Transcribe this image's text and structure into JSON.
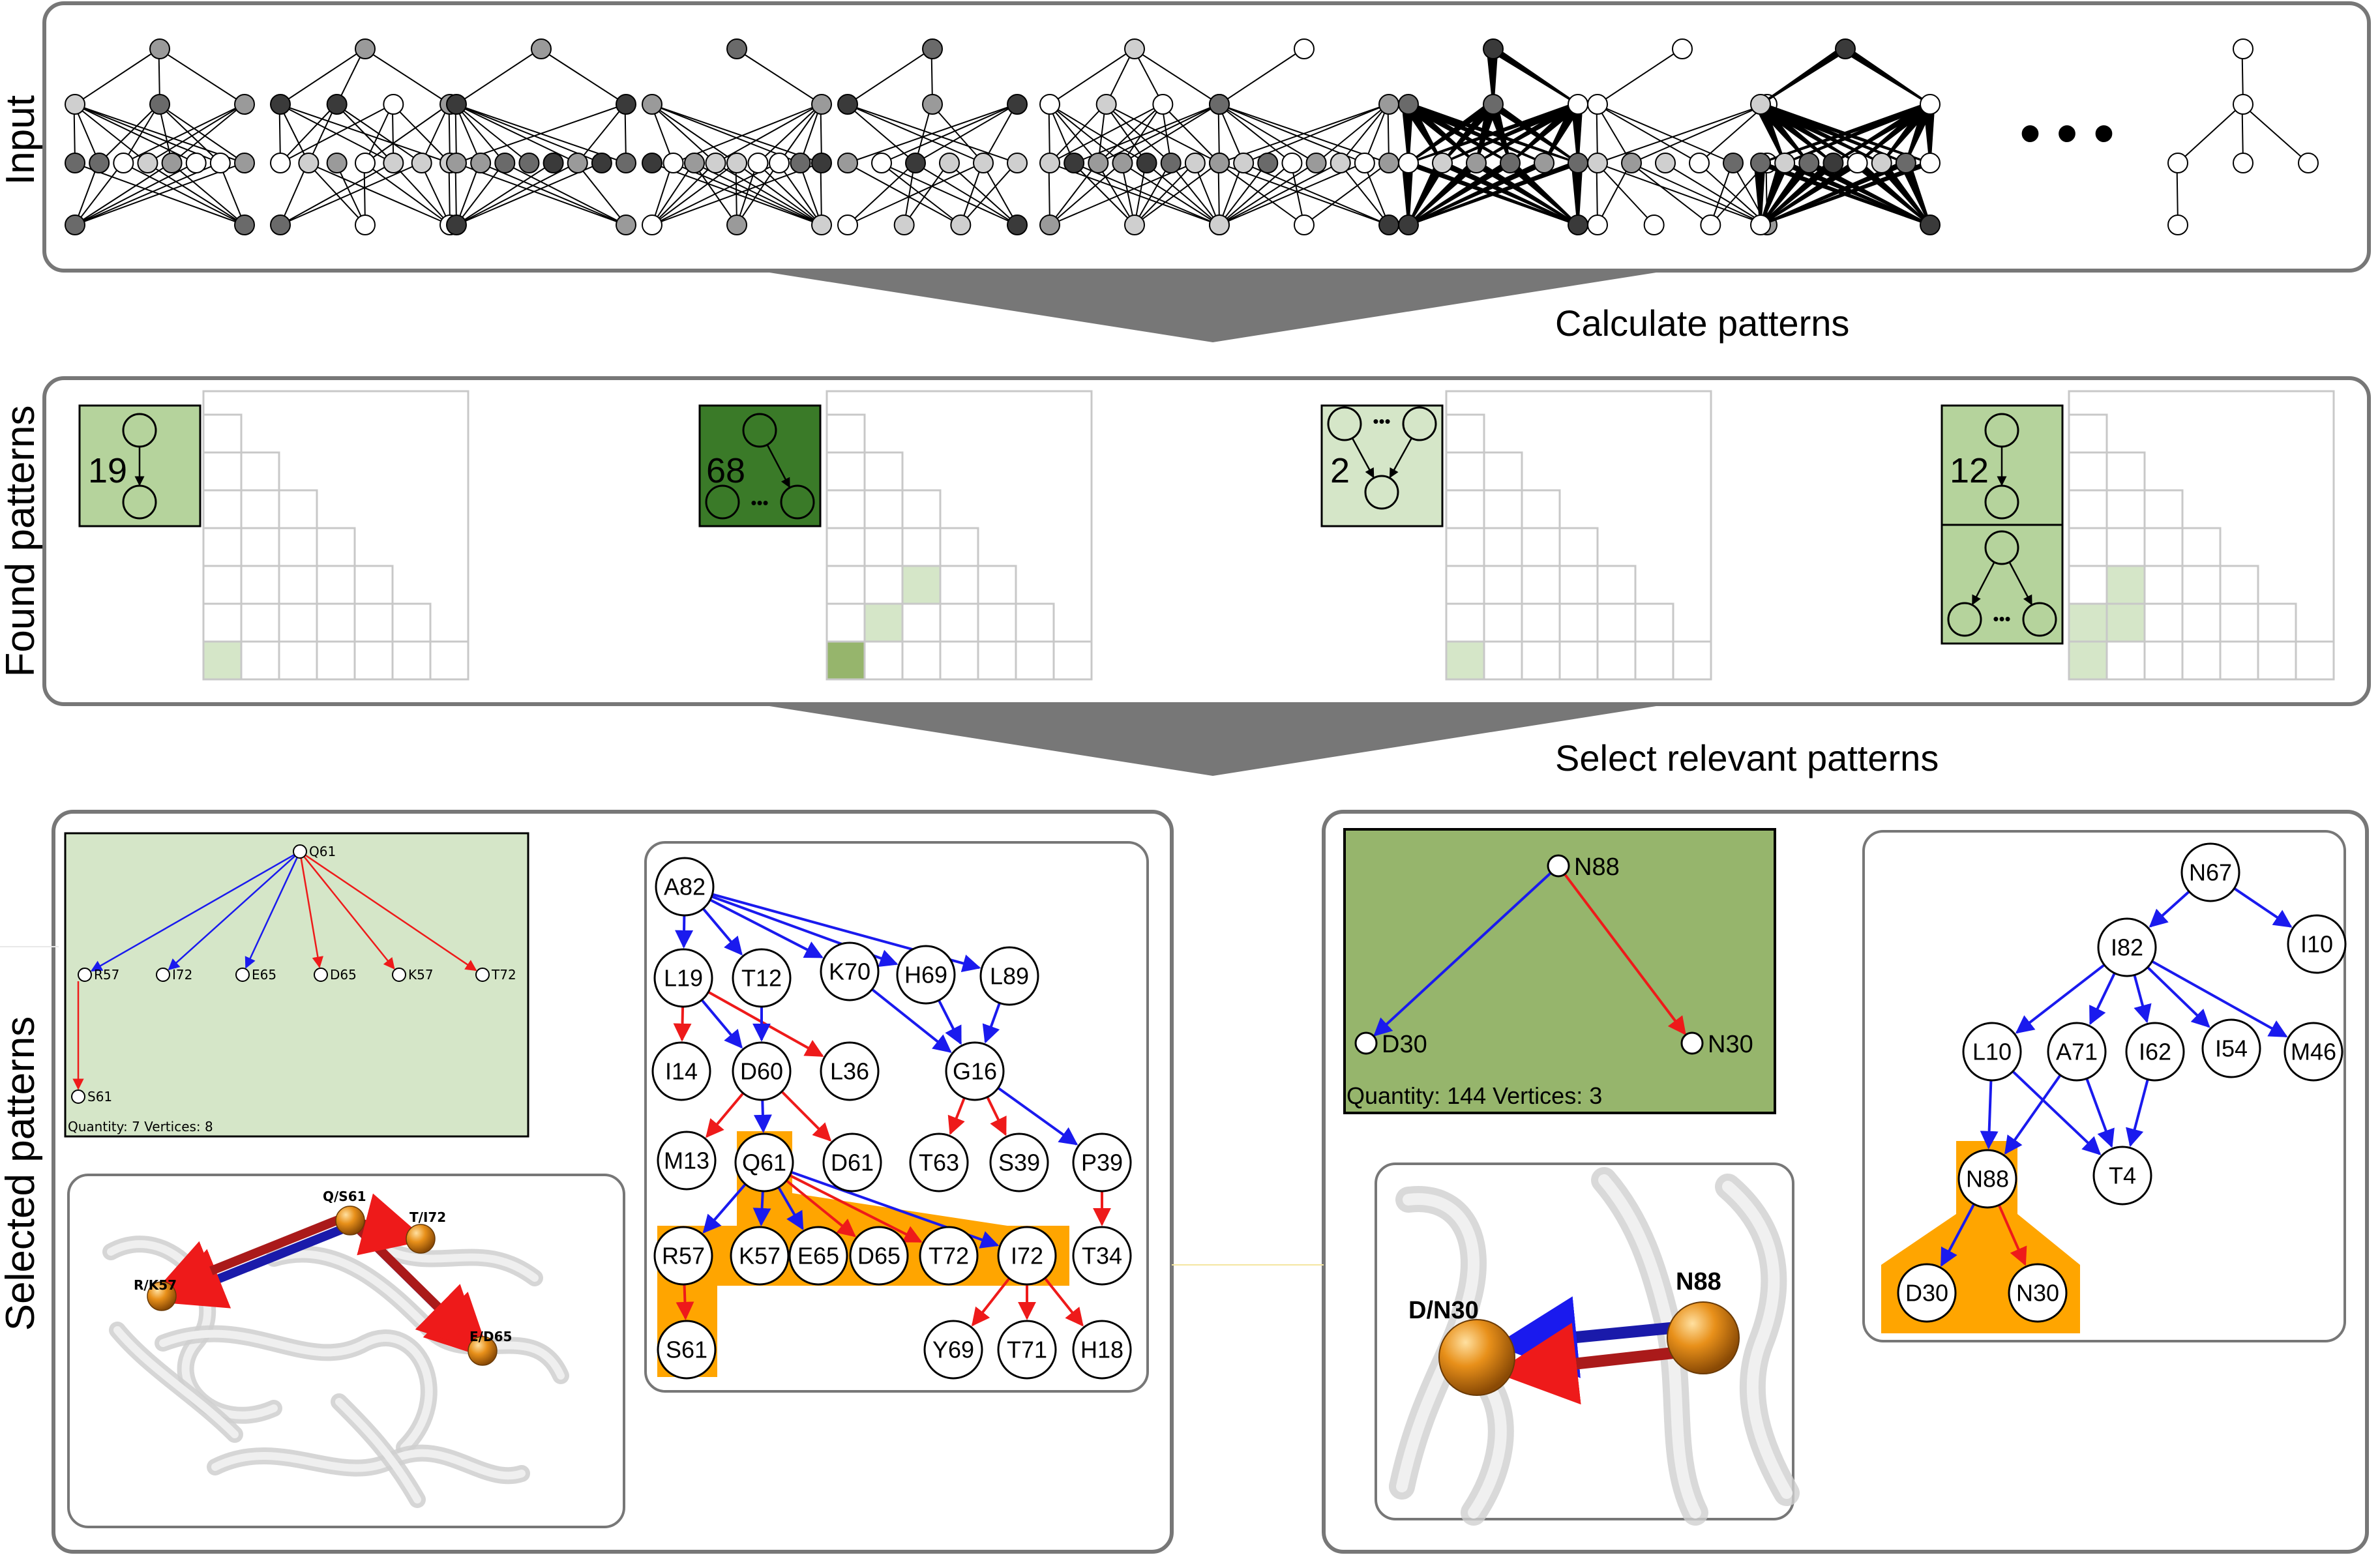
{
  "colors": {
    "panel_border": "#777777",
    "pattern_light": "#d5e6c8",
    "pattern_mid": "#b5d39c",
    "pattern_dark": "#3a7a28",
    "pattern_olive": "#96b56c",
    "grid": "#c8c8c8",
    "edge_blue": "#1a1aee",
    "edge_red": "#ee1a1a",
    "highlight": "#ffa500",
    "sphere": "#e08a14"
  },
  "sections": {
    "input": "Input",
    "found": "Found patterns",
    "selected": "Selected patterns"
  },
  "steps": {
    "calculate": "Calculate patterns",
    "select": "Select relevant patterns"
  },
  "ellipsis": "• • •",
  "patterns": [
    {
      "count": "19",
      "fill": "pattern_mid"
    },
    {
      "count": "68",
      "fill": "pattern_dark"
    },
    {
      "count": "2",
      "fill": "pattern_light"
    },
    {
      "count": "12",
      "fill": "pattern_mid"
    }
  ],
  "left_panel": {
    "pattern_box": {
      "root": "Q61",
      "children": [
        "R57",
        "I72",
        "E65",
        "D65",
        "K57",
        "T72"
      ],
      "grandchild": "S61",
      "quantity_text": "Quantity: 7 Vertices: 8"
    },
    "structure_labels": [
      "Q/S61",
      "T/I72",
      "R/K57",
      "E/D65"
    ],
    "tree": {
      "nodes": [
        "A82",
        "L19",
        "T12",
        "K70",
        "H69",
        "L89",
        "I14",
        "D60",
        "L36",
        "G16",
        "M13",
        "Q61",
        "D61",
        "T63",
        "S39",
        "P39",
        "R57",
        "K57",
        "E65",
        "D65",
        "T72",
        "I72",
        "T34",
        "S61",
        "Y69",
        "T71",
        "H18"
      ]
    }
  },
  "right_panel": {
    "pattern_box": {
      "root": "N88",
      "left": "D30",
      "right": "N30",
      "quantity_text": "Quantity: 144 Vertices: 3"
    },
    "structure_labels": [
      "D/N30",
      "N88"
    ],
    "tree": {
      "nodes": [
        "N67",
        "I82",
        "I10",
        "L10",
        "A71",
        "I62",
        "I54",
        "M46",
        "N88",
        "T4",
        "D30",
        "N30"
      ]
    }
  }
}
